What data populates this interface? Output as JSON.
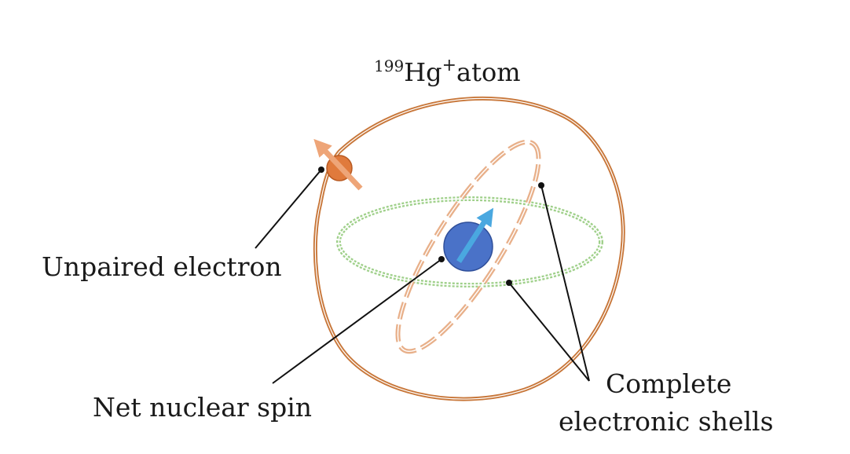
{
  "title": {
    "isotope": "199",
    "element": "Hg",
    "charge": "+",
    "suffix": "atom"
  },
  "labels": {
    "unpaired_electron": "Unpaired electron",
    "net_nuclear_spin": "Net nuclear spin",
    "complete_shells_line1": "Complete",
    "complete_shells_line2": "electronic shells"
  },
  "colors": {
    "atom_outline": "#c8773a",
    "electron": "#e07a3c",
    "electron_arrow": "#eea578",
    "shell_orange": "#e8b08a",
    "shell_green": "#9fd08a",
    "nucleus": "#4a72c8",
    "nucleus_arrow": "#4aa8e0",
    "leader": "#111111"
  }
}
